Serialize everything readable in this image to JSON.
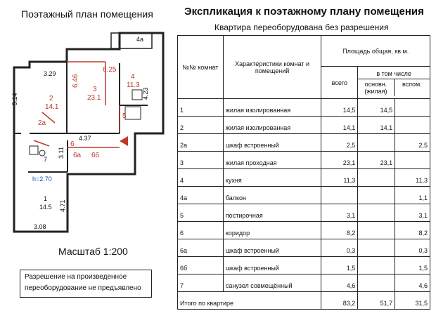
{
  "plan": {
    "title": "Поэтажный план помещения",
    "scale": "Масштаб 1:200",
    "note": {
      "line1": "Разрешение на произведенное",
      "line2": "переоборудование не предъявлено"
    },
    "labels": {
      "balcony": "4а",
      "r2_no": "2",
      "r2_area": "14.1",
      "r3_no": "3",
      "r3_area": "23.1",
      "r4_no": "4",
      "r4_area": "11.3",
      "r5_no": "5",
      "r6_no": "6",
      "r7_no": "7",
      "r1_no": "1",
      "r1_area": "14.5",
      "r2a": "2а",
      "r6a": "6а",
      "r6b": "6б",
      "height": "h=2.70"
    },
    "dims": {
      "d329": "3.29",
      "d514": "5.14",
      "d625": "6.25",
      "d646": "6.46",
      "d423": "4.23",
      "d437": "4.37",
      "d311": "3.11",
      "d471": "4.71",
      "d308": "3.08"
    }
  },
  "explication": {
    "title": "Экспликация к поэтажному плану помещения",
    "subtitle": "Квартира переоборудована без разрешения",
    "headers": {
      "number": "№№ комнат",
      "characteristics": "Характеристики комнат и помещений",
      "area": "Площадь общая, кв.м.",
      "total": "всего",
      "including": "в том числе",
      "main": "основн. (жилая)",
      "aux": "вспом."
    },
    "rows": [
      {
        "no": "1",
        "name": "жилая изолированная",
        "total": "14,5",
        "main": "14,5",
        "aux": ""
      },
      {
        "no": "2",
        "name": "жилая изолированная",
        "total": "14,1",
        "main": "14,1",
        "aux": ""
      },
      {
        "no": "2а",
        "name": "шкаф встроенный",
        "total": "2,5",
        "main": "",
        "aux": "2,5"
      },
      {
        "no": "3",
        "name": "жилая проходная",
        "total": "23,1",
        "main": "23,1",
        "aux": ""
      },
      {
        "no": "4",
        "name": "кухня",
        "total": "11,3",
        "main": "",
        "aux": "11,3"
      },
      {
        "no": "4а",
        "name": "балкон",
        "total": "",
        "main": "",
        "aux": "1,1"
      },
      {
        "no": "5",
        "name": "постирочная",
        "total": "3,1",
        "main": "",
        "aux": "3,1"
      },
      {
        "no": "6",
        "name": "коридор",
        "total": "8,2",
        "main": "",
        "aux": "8,2"
      },
      {
        "no": "6а",
        "name": "шкаф встроенный",
        "total": "0,3",
        "main": "",
        "aux": "0,3"
      },
      {
        "no": "6б",
        "name": "шкаф встроенный",
        "total": "1,5",
        "main": "",
        "aux": "1,5"
      },
      {
        "no": "7",
        "name": "санузел совмещённый",
        "total": "4,6",
        "main": "",
        "aux": "4,6"
      }
    ],
    "total_row": {
      "label": "Итого по квартире",
      "total": "83,2",
      "main": "51,7",
      "aux": "31,5"
    }
  }
}
